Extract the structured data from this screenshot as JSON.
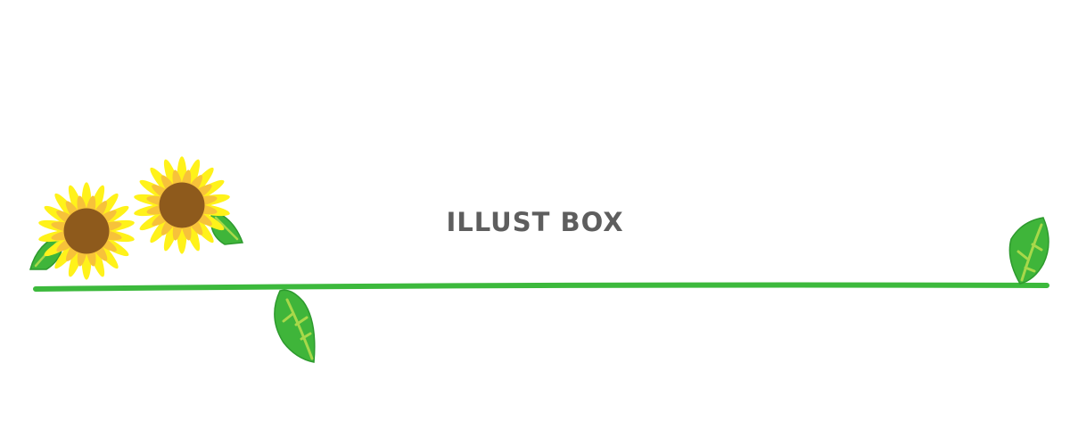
{
  "watermark": {
    "text": "ILLUST BOX"
  },
  "colors": {
    "background": "#ffffff",
    "vine": "#3cb93c",
    "leaf_fill": "#3fb53a",
    "leaf_vein": "#a8d84a",
    "leaf_outline": "#2e9a2e",
    "petal_outer": "#fff21a",
    "petal_inner": "#f7c23a",
    "flower_center": "#8e5a1c",
    "watermark": "#5e5e5e"
  },
  "decorations": {
    "flowers": [
      "sunflower-left",
      "sunflower-right"
    ],
    "leaves": [
      "hanging-leaf",
      "upright-leaf"
    ]
  }
}
